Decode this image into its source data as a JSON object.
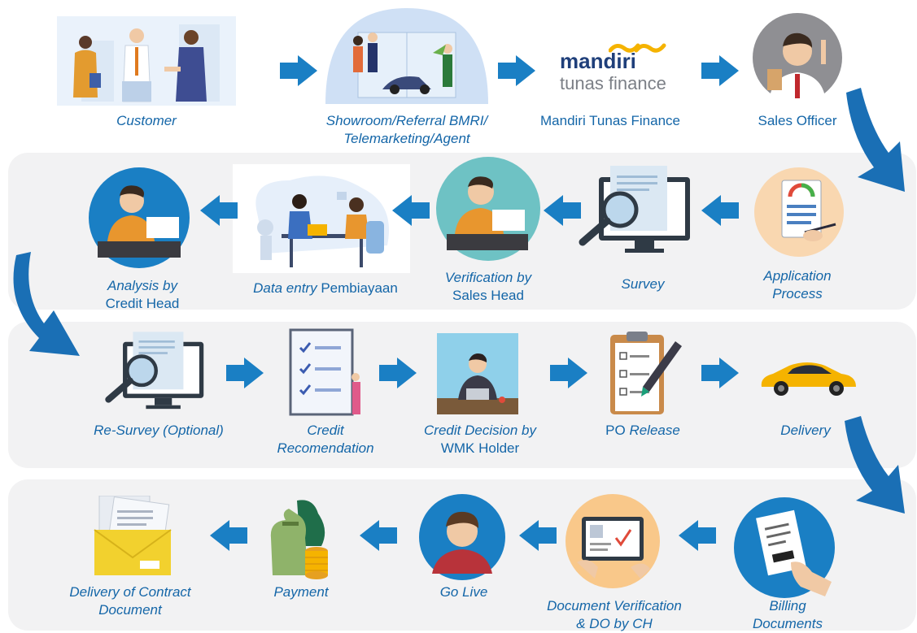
{
  "brand": {
    "logo_line1": "mandiri",
    "logo_line2": "tunas finance"
  },
  "colors": {
    "primary_blue": "#1a7fc4",
    "label_blue": "#1466a8",
    "band_gray": "#f2f2f3",
    "accent_gold": "#f5b300"
  },
  "row1": {
    "customer": "Customer",
    "showroom_line1": "Showroom/Referral BMRI/",
    "showroom_line2": "Telemarketing/Agent",
    "mtf": "Mandiri Tunas Finance",
    "sales_officer": "Sales Officer"
  },
  "row2": {
    "application_line1": "Application",
    "application_line2": "Process",
    "survey": "Survey",
    "verification_line1": "Verification by",
    "verification_line2": "Sales Head",
    "data_entry_italic": "Data entry",
    "data_entry_rest": "Pembiayaan",
    "analysis_line1": "Analysis by",
    "analysis_line2": "Credit Head"
  },
  "row3": {
    "resurvey": "Re-Survey (Optional)",
    "credit_rec_line1": "Credit",
    "credit_rec_line2": "Recomendation",
    "decision_line1": "Credit Decision by",
    "decision_line2": "WMK Holder",
    "po_release_normal": "PO",
    "po_release_italic": "Release",
    "delivery": "Delivery"
  },
  "row4": {
    "billing_line1": "Billing",
    "billing_line2": "Documents",
    "doc_verif_line1": "Document Verification",
    "doc_verif_line2": "& DO by CH",
    "go_live": "Go Live",
    "payment": "Payment",
    "contract_line1": "Delivery of Contract",
    "contract_line2": "Document"
  }
}
